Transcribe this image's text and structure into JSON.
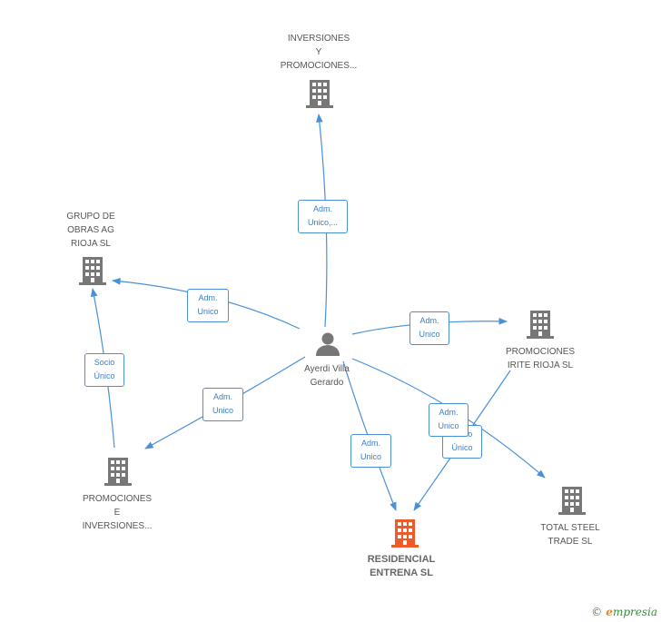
{
  "colors": {
    "edge": "#4a90d9",
    "company": "#777777",
    "main_company": "#f05a28",
    "person": "#777777"
  },
  "person": {
    "label_line1": "Ayerdi Villa",
    "label_line2": "Gerardo",
    "icon": "person-icon"
  },
  "companies": {
    "inversiones_promociones": {
      "line1": "INVERSIONES",
      "line2": "Y",
      "line3": "PROMOCIONES...",
      "icon": "building-icon"
    },
    "grupo_obras": {
      "line1": "GRUPO DE",
      "line2": "OBRAS AG",
      "line3": "RIOJA SL",
      "icon": "building-icon"
    },
    "promociones_irite": {
      "line1": "PROMOCIONES",
      "line2": "IRITE RIOJA SL",
      "icon": "building-icon"
    },
    "promociones_inversiones": {
      "line1": "PROMOCIONES",
      "line2": "E",
      "line3": "INVERSIONES...",
      "icon": "building-icon"
    },
    "residencial_entrena": {
      "line1": "RESIDENCIAL",
      "line2": "ENTRENA SL",
      "icon": "building-icon"
    },
    "total_steel": {
      "line1": "TOTAL STEEL",
      "line2": "TRADE SL",
      "icon": "building-icon"
    }
  },
  "edges": {
    "to_inversiones": {
      "line1": "Adm.",
      "line2": "Unico,..."
    },
    "to_grupo": {
      "line1": "Adm.",
      "line2": "Unico"
    },
    "to_irite": {
      "line1": "Adm.",
      "line2": "Unico"
    },
    "to_prom_inv": {
      "line1": "Adm.",
      "line2": "Unico"
    },
    "to_residencial": {
      "line1": "Adm.",
      "line2": "Unico"
    },
    "to_total_steel": {
      "line1": "Adm.",
      "line2": "Unico"
    },
    "prom_inv_to_grupo": {
      "line1": "Socio",
      "line2": "Único"
    },
    "irite_to_residencial": {
      "line1": "Socio",
      "line2": "Único"
    }
  },
  "footer": {
    "copyright": "©",
    "brand_e": "e",
    "brand_rest": "mpresia"
  }
}
